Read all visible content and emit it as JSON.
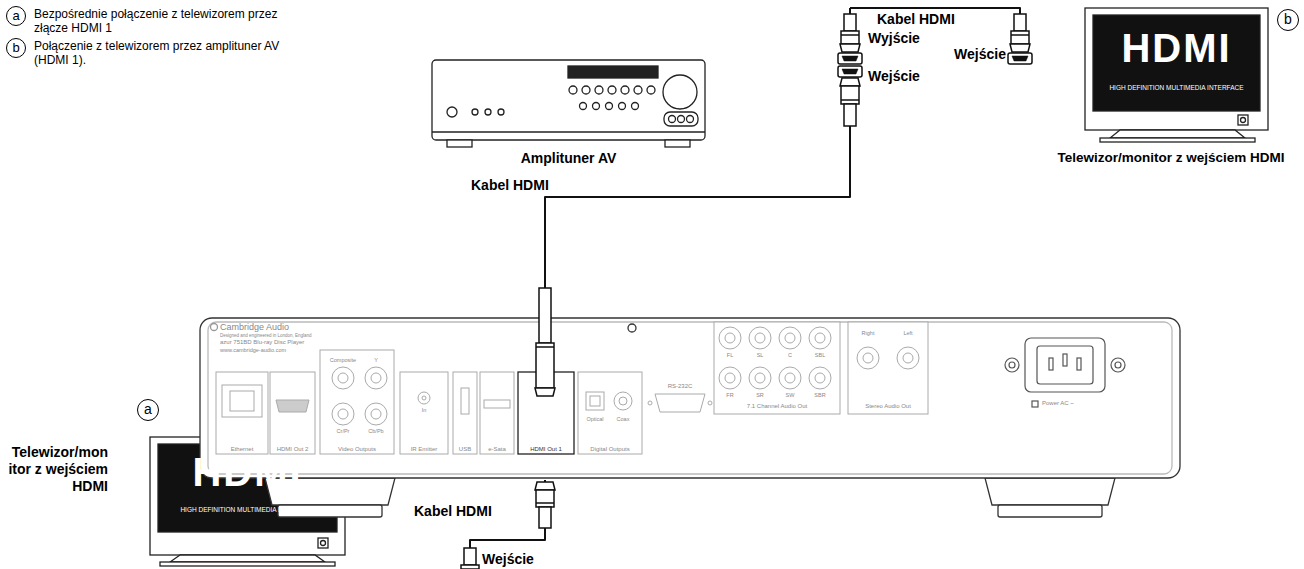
{
  "diagram": {
    "nodes": [
      {
        "text": [
          "Amplituner AV"
        ]
      },
      {
        "text": [
          "HDMI",
          "HIGH DEFINITION MULTIMEDIA INTERFACE",
          "Telewizor/monitor z wejściem HDMI"
        ]
      },
      {
        "text": [
          "Cambridge Audio",
          "Designed and engineered in London, England",
          "azur 751BD Blu-ray Disc Player",
          "www.cambridge-audio.com",
          "Ethernet",
          "HDMI Out 2",
          "Composite",
          "Y",
          "Cr/Pr",
          "Cb/Pb",
          "Video Outputs",
          "In",
          "IR Emitter",
          "USB",
          "e-Sata",
          "HDMI Out 1",
          "Optical",
          "Coax",
          "Digital Outputs",
          "RS-232C",
          "FL",
          "SL",
          "C",
          "SBL",
          "FR",
          "SR",
          "SW",
          "SBR",
          "7.1 Channel Audio Out",
          "Right",
          "Left",
          "Stereo Audio Out",
          "Power AC ~"
        ]
      },
      {
        "text": [
          "HDMI",
          "HIGH DEFINITION MULTIMEDIA INTERFACE",
          "Telewizor/monitor z wejściem HDMI"
        ]
      }
    ],
    "edges": [
      {
        "from": 2,
        "to": 0,
        "arrow": "none",
        "label": "Kabel HDMI"
      },
      {
        "from": 0,
        "to": 1,
        "arrow": "none",
        "label": "Kabel HDMI"
      },
      {
        "from": 2,
        "to": 3,
        "arrow": "none",
        "label": "Kabel HDMI"
      }
    ],
    "labels": [
      "a",
      "Bezpośrednie połączenie z telewizorem przez złącze HDMI 1",
      "b",
      "Połączenie z telewizorem przez amplituner AV (HDMI 1).",
      "Wyjście",
      "Wejście",
      "Wejście",
      "b",
      "a",
      "Wejście"
    ]
  }
}
